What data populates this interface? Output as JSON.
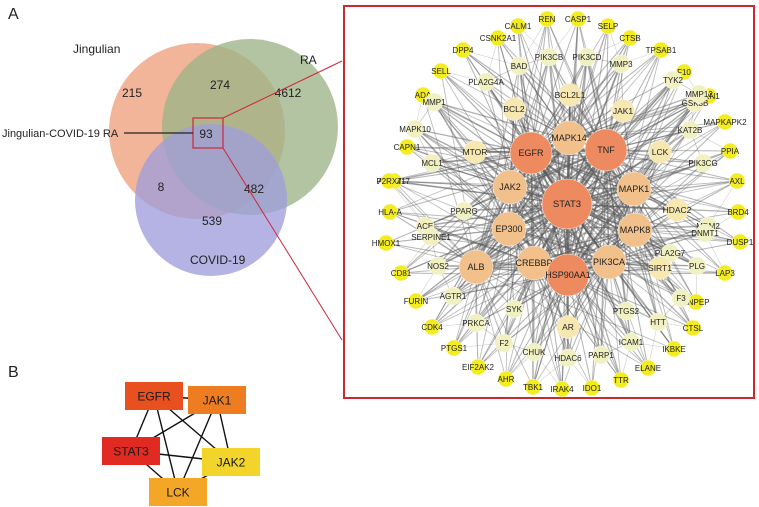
{
  "panel_a": {
    "label": "A"
  },
  "panel_b": {
    "label": "B"
  },
  "venn": {
    "sets": [
      {
        "key": "jingulian",
        "name": "Jingulian",
        "color": "#f0a07c"
      },
      {
        "key": "ra",
        "name": "RA",
        "color": "#9cb487"
      },
      {
        "key": "covid",
        "name": "COVID-19",
        "color": "#9f9edb"
      }
    ],
    "regions": {
      "jingulian_only": "215",
      "ra_only": "4612",
      "covid_only": "539",
      "jingulian_ra": "274",
      "jingulian_covid": "8",
      "ra_covid": "482",
      "all_three": "93"
    },
    "intersection_label": "Jingulian-COVID-19 RA",
    "highlight_color": "#cc2838"
  },
  "network": {
    "colors": {
      "border": "#cc2830",
      "edge": "#5a5a5a",
      "high": "#ee8a60",
      "mid": "#f2c08a",
      "low": "#f6e8b0",
      "lowest": "#f0f0c0",
      "leaf": "#f2ec20"
    },
    "nodes": [
      {
        "id": "STAT3",
        "level": 5
      },
      {
        "id": "TNF",
        "level": 4
      },
      {
        "id": "EGFR",
        "level": 4
      },
      {
        "id": "HSP90AA1",
        "level": 4
      },
      {
        "id": "MAPK1",
        "level": 3
      },
      {
        "id": "MAPK14",
        "level": 3
      },
      {
        "id": "JAK2",
        "level": 3
      },
      {
        "id": "EP300",
        "level": 3
      },
      {
        "id": "CREBBP",
        "level": 3
      },
      {
        "id": "PIK3CA",
        "level": 3
      },
      {
        "id": "MAPK8",
        "level": 3
      },
      {
        "id": "ALB",
        "level": 3
      },
      {
        "id": "AR",
        "level": 2
      },
      {
        "id": "SIRT1",
        "level": 2
      },
      {
        "id": "JAK1",
        "level": 2
      },
      {
        "id": "LCK",
        "level": 2
      },
      {
        "id": "HDAC2",
        "level": 2
      },
      {
        "id": "MTOR",
        "level": 2
      },
      {
        "id": "BCL2L1",
        "level": 2
      },
      {
        "id": "BCL2",
        "level": 2
      },
      {
        "id": "PPARG",
        "level": 1
      },
      {
        "id": "SYK",
        "level": 1
      },
      {
        "id": "NOS2",
        "level": 1
      },
      {
        "id": "PTGS2",
        "level": 1
      },
      {
        "id": "F2",
        "level": 1
      },
      {
        "id": "HTT",
        "level": 1
      },
      {
        "id": "PLG",
        "level": 1
      },
      {
        "id": "ACE",
        "level": 1
      },
      {
        "id": "SERPINE1",
        "level": 1
      },
      {
        "id": "PRKCA",
        "level": 1
      },
      {
        "id": "AGTR1",
        "level": 1
      },
      {
        "id": "MDM2",
        "level": 1
      },
      {
        "id": "GSK3B",
        "level": 1
      },
      {
        "id": "KAT2B",
        "level": 1
      },
      {
        "id": "PIK3CG",
        "level": 1
      },
      {
        "id": "TYK2",
        "level": 1
      },
      {
        "id": "MMP3",
        "level": 1
      },
      {
        "id": "PIK3CB",
        "level": 1
      },
      {
        "id": "PIK3CD",
        "level": 1
      },
      {
        "id": "BAD",
        "level": 1
      },
      {
        "id": "PLA2G4A",
        "level": 1
      },
      {
        "id": "MMP1",
        "level": 1
      },
      {
        "id": "MAPK10",
        "level": 1
      },
      {
        "id": "MCL1",
        "level": 1
      },
      {
        "id": "F3",
        "level": 1
      },
      {
        "id": "CHUK",
        "level": 1
      },
      {
        "id": "HDAC6",
        "level": 1
      },
      {
        "id": "PARP1",
        "level": 1
      },
      {
        "id": "ICAM1",
        "level": 1
      },
      {
        "id": "DNMT1",
        "level": 1
      },
      {
        "id": "PLA2G7",
        "level": 1
      },
      {
        "id": "MMP12",
        "level": 1
      },
      {
        "id": "CALM1",
        "level": 0
      },
      {
        "id": "REN",
        "level": 0
      },
      {
        "id": "CASP1",
        "level": 0
      },
      {
        "id": "SELP",
        "level": 0
      },
      {
        "id": "F10",
        "level": 0
      },
      {
        "id": "MAPKAPK2",
        "level": 0
      },
      {
        "id": "AXL",
        "level": 0
      },
      {
        "id": "DUSP1",
        "level": 0
      },
      {
        "id": "CDK4",
        "level": 0
      },
      {
        "id": "AHR",
        "level": 0
      },
      {
        "id": "TBK1",
        "level": 0
      },
      {
        "id": "HMOX1",
        "level": 0
      },
      {
        "id": "ADAM17",
        "level": 0
      },
      {
        "id": "DPP4",
        "level": 0
      },
      {
        "id": "SELL",
        "level": 0
      },
      {
        "id": "CSNK2A1",
        "level": 0
      },
      {
        "id": "CTSB",
        "level": 0
      },
      {
        "id": "TPSAB1",
        "level": 0
      },
      {
        "id": "ERN1",
        "level": 0
      },
      {
        "id": "PPIA",
        "level": 0
      },
      {
        "id": "BRD4",
        "level": 0
      },
      {
        "id": "LAP3",
        "level": 0
      },
      {
        "id": "ANPEP",
        "level": 0
      },
      {
        "id": "CTSL",
        "level": 0
      },
      {
        "id": "IKBKE",
        "level": 0
      },
      {
        "id": "ELANE",
        "level": 0
      },
      {
        "id": "TTR",
        "level": 0
      },
      {
        "id": "IDO1",
        "level": 0
      },
      {
        "id": "IRAK4",
        "level": 0
      },
      {
        "id": "EIF2AK2",
        "level": 0
      },
      {
        "id": "PTGS1",
        "level": 0
      },
      {
        "id": "FURIN",
        "level": 0
      },
      {
        "id": "CD81",
        "level": 0
      },
      {
        "id": "HLA-A",
        "level": 0
      },
      {
        "id": "P2RX7",
        "level": 0
      },
      {
        "id": "CAPN1",
        "level": 0
      },
      {
        "id": "ADA",
        "level": 0
      }
    ]
  },
  "hub": {
    "nodes": [
      {
        "id": "EGFR",
        "color": "#e9501f"
      },
      {
        "id": "JAK1",
        "color": "#ee7d22"
      },
      {
        "id": "STAT3",
        "color": "#e02a22"
      },
      {
        "id": "JAK2",
        "color": "#f2d42a"
      },
      {
        "id": "LCK",
        "color": "#f4a726"
      }
    ],
    "edges": [
      [
        "EGFR",
        "JAK1"
      ],
      [
        "EGFR",
        "STAT3"
      ],
      [
        "EGFR",
        "JAK2"
      ],
      [
        "EGFR",
        "LCK"
      ],
      [
        "JAK1",
        "STAT3"
      ],
      [
        "JAK1",
        "JAK2"
      ],
      [
        "JAK1",
        "LCK"
      ],
      [
        "STAT3",
        "JAK2"
      ],
      [
        "STAT3",
        "LCK"
      ],
      [
        "JAK2",
        "LCK"
      ]
    ]
  }
}
